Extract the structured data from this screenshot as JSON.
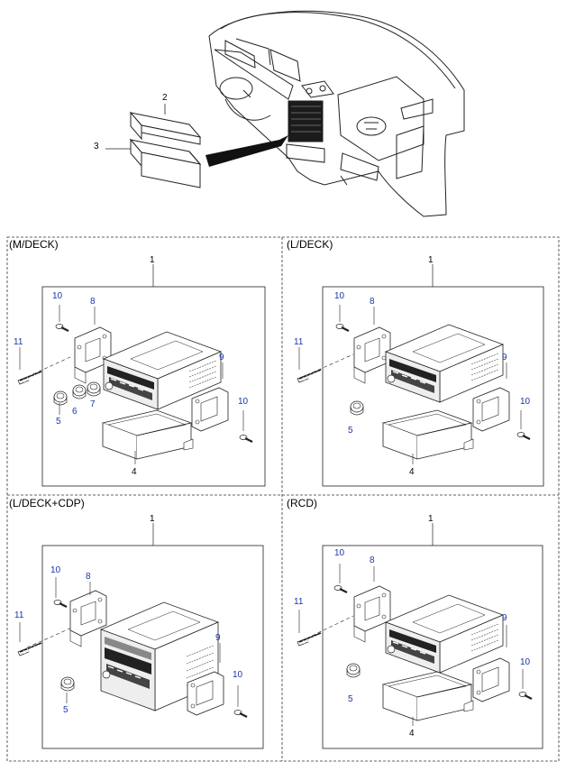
{
  "top_view": {
    "callouts": [
      "2",
      "3"
    ]
  },
  "panels": [
    {
      "title": "(M/DECK)",
      "assembly_callout": "1",
      "callouts": {
        "c10a": "10",
        "c8": "8",
        "c11": "11",
        "c9": "9",
        "c10b": "10",
        "c5": "5",
        "c6": "6",
        "c7": "7",
        "c4": "4"
      }
    },
    {
      "title": "(L/DECK)",
      "assembly_callout": "1",
      "callouts": {
        "c10a": "10",
        "c8": "8",
        "c11": "11",
        "c9": "9",
        "c10b": "10",
        "c5": "5",
        "c4": "4"
      }
    },
    {
      "title": "(L/DECK+CDP)",
      "assembly_callout": "1",
      "callouts": {
        "c10a": "10",
        "c8": "8",
        "c11": "11",
        "c9": "9",
        "c10b": "10",
        "c5": "5"
      }
    },
    {
      "title": "(RCD)",
      "assembly_callout": "1",
      "callouts": {
        "c10a": "10",
        "c8": "8",
        "c11": "11",
        "c9": "9",
        "c10b": "10",
        "c5": "5",
        "c4": "4"
      }
    }
  ],
  "colors": {
    "blue_callout": "#1a35a8",
    "line": "#222222"
  }
}
